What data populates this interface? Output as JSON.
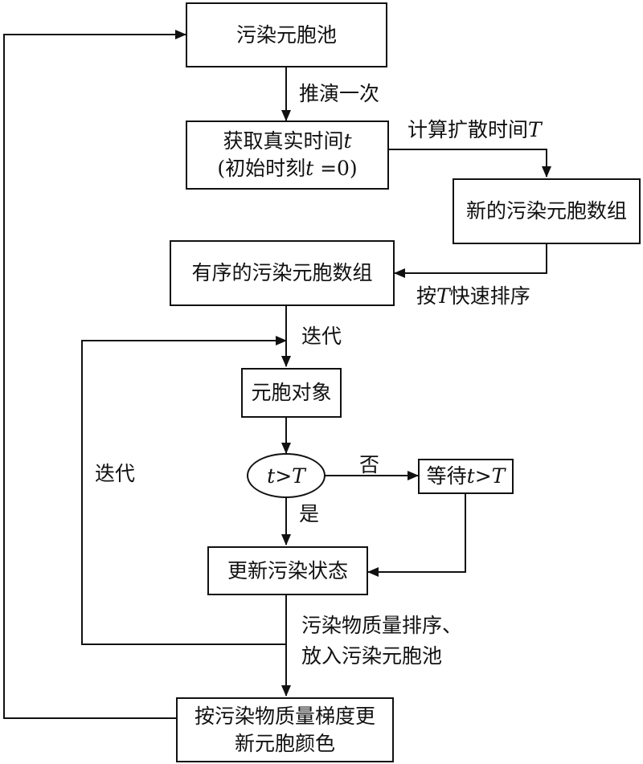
{
  "nodes": {
    "pool": "污染元胞池",
    "get_time": "获取真实时间",
    "get_time_var": "t",
    "init_prefix": "(初始时刻",
    "init_var": "t",
    "init_suffix": " =0)",
    "new_array": "新的污染元胞数组",
    "sorted_array": "有序的污染元胞数组",
    "cell_object": "元胞对象",
    "cond_t": "t",
    "cond_op": " >",
    "cond_T": "T",
    "wait_prefix": "等待",
    "wait_t": "t",
    "wait_op": " >",
    "wait_T": "T",
    "update_state": "更新污染状态",
    "update_color_line1": "按污染物质量梯度更",
    "update_color_line2": "新元胞颜色"
  },
  "edges": {
    "deduce_once": "推演一次",
    "calc_diffusion": "计算扩散时间",
    "calc_diffusion_var": "T",
    "quick_sort_prefix": "按",
    "quick_sort_var": "T",
    "quick_sort_suffix": "快速排序",
    "iterate_inner": "迭代",
    "iterate_outer": "迭代",
    "no": "否",
    "yes": "是",
    "sort_line1": "污染物质量排序、",
    "sort_line2": "放入污染元胞池"
  }
}
